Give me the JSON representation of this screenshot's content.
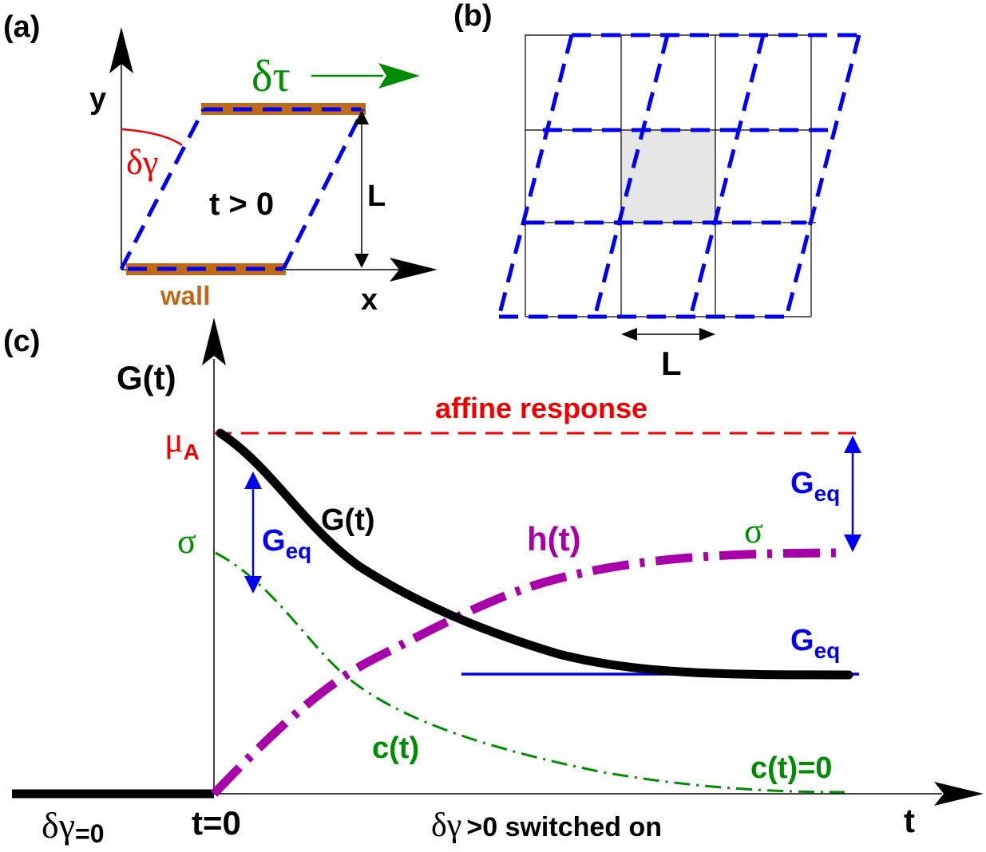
{
  "panel_a": {
    "label": "(a)",
    "axis_y": "y",
    "axis_x": "x",
    "stress_label": "δτ",
    "strain_label": "δγ",
    "time_label": "t > 0",
    "length_label": "L",
    "wall_label": "wall"
  },
  "panel_b": {
    "label": "(b)",
    "length_label": "L"
  },
  "panel_c": {
    "label": "(c)",
    "y_axis_label": "G(t)",
    "x_axis_label": "t",
    "affine_label": "affine response",
    "mu_label": "μ",
    "mu_subscript": "A",
    "gt_curve_label": "G(t)",
    "ht_curve_label": "h(t)",
    "ct_curve_label": "c(t)",
    "ct_zero_label": "c(t)=0",
    "sigma_left": "σ",
    "sigma_right": "σ",
    "geq_base": "G",
    "geq_sub": "eq",
    "strain_off": "δγ",
    "strain_off_value": "=0",
    "t_zero": "t=0",
    "strain_on": "δγ",
    "strain_on_text": ">0 switched on"
  },
  "colors": {
    "blue": "#0000ee",
    "green": "#008c00",
    "red": "#ee0000",
    "magenta": "#a800a8",
    "brown": "#bf6a18",
    "black": "#000000",
    "cell_fill": "#e6e6e6"
  }
}
